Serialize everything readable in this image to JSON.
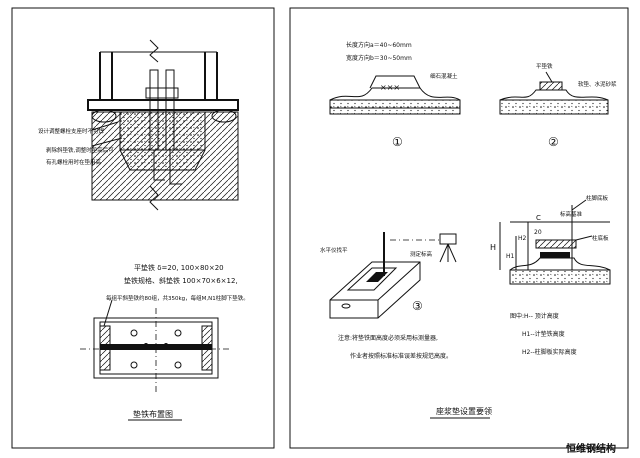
{
  "left_panel": {
    "section_note_1": "设计调整螺栓支座时不可焊",
    "section_note_2a": "剥除斜垫铁,调整时垫高后可",
    "section_note_2b": "有孔螺栓用时在垫用高",
    "plan_spec_1": "平垫铁 δ=20, 100×80×20",
    "plan_spec_2": "垫铁规格、斜垫铁 100×70×6×12,",
    "plan_spec_3": "每组平斜垫铁约80组，共350kg，每组M,N1柱脚下垫铁。",
    "plan_title": "垫铁布置图"
  },
  "right_panel": {
    "spec_length": "长度方向a＝40~60mm",
    "spec_width": "宽度方向b＝30~50mm",
    "label_grout": "细石混凝土",
    "label_flat_shim": "平垫铁",
    "label_cement": "软垫、水泥砂浆",
    "circle_1": "①",
    "circle_2": "②",
    "circle_3": "③",
    "label_level": "水平仪找平",
    "label_survey": "测定标高",
    "label_column": "柱脚底板",
    "label_marker": "标高基准",
    "label_foundation": "柱底板",
    "dim_H": "H",
    "dim_H1": "H1",
    "dim_H2": "H2",
    "dim_C": "C",
    "dim_20": "20",
    "note_1": "注意:将垫铁面高度必须采用标测量器,",
    "note_2": "作业者按照标准标准误差按规范高度。",
    "legend_1": "图中:H-- 顶计高度",
    "legend_2": "H1--计垫铁高度",
    "legend_3": "H2--柱脚板实际高度",
    "panel_title": "座浆垫设置要领"
  },
  "watermark": "恒维钢结构"
}
